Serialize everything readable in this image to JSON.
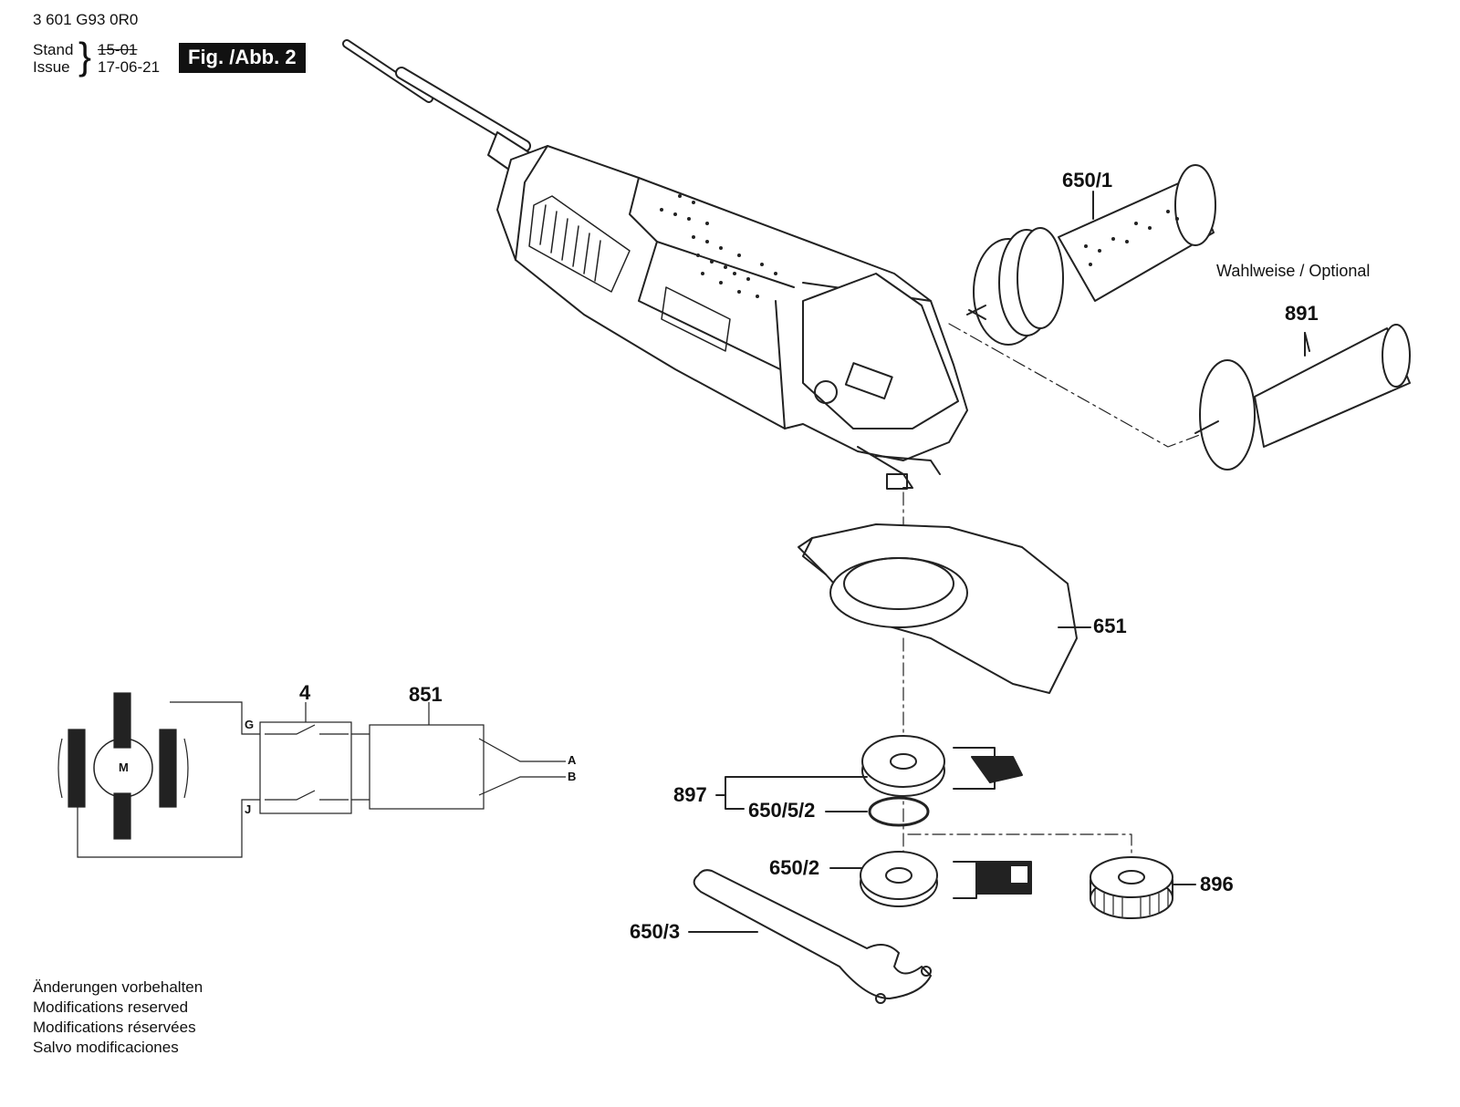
{
  "header": {
    "document_number": "3 601 G93 0R0",
    "stand_label": "Stand",
    "issue_label": "Issue",
    "stand_value": "15-01",
    "issue_value": "17-06-21",
    "figure_badge": "Fig. /Abb. 2"
  },
  "callouts": {
    "p650_1": "650/1",
    "optional_note": "Wahlweise / Optional",
    "p891": "891",
    "p651": "651",
    "p897": "897",
    "p650_5_2": "650/5/2",
    "p650_2": "650/2",
    "p896": "896",
    "p650_3": "650/3",
    "p4": "4",
    "p851": "851"
  },
  "wiring": {
    "motor": "M",
    "terminal_g": "G",
    "terminal_j": "J",
    "terminal_a": "A",
    "terminal_b": "B"
  },
  "footer_notes": [
    "Änderungen vorbehalten",
    "Modifications reserved",
    "Modifications réservées",
    "Salvo modificaciones"
  ]
}
